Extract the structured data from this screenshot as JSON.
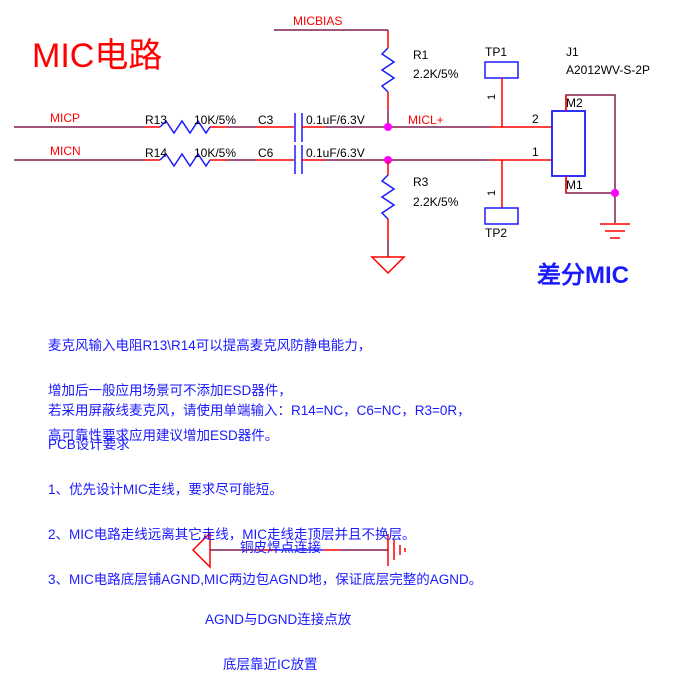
{
  "title": "MIC电路",
  "subtitle": "差分MIC",
  "colors": {
    "title": "#ff0000",
    "net_label": "#ff0000",
    "wire": "#7f1f4f",
    "pin": "#ff0000",
    "component": "#1a1aff",
    "junction": "#ff00ff",
    "text": "#000000",
    "notes": "#1a1aff"
  },
  "nets": {
    "micbias": "MICBIAS",
    "micp": "MICP",
    "micn": "MICN",
    "micl_plus": "MICL+"
  },
  "components": {
    "r13": {
      "ref": "R13",
      "value": "10K/5%"
    },
    "r14": {
      "ref": "R14",
      "value": "10K/5%"
    },
    "c3": {
      "ref": "C3",
      "value": "0.1uF/6.3V"
    },
    "c6": {
      "ref": "C6",
      "value": "0.1uF/6.3V"
    },
    "r1": {
      "ref": "R1",
      "value": "2.2K/5%"
    },
    "r3": {
      "ref": "R3",
      "value": "2.2K/5%"
    },
    "tp1": {
      "ref": "TP1",
      "pin": "1"
    },
    "tp2": {
      "ref": "TP2",
      "pin": "1"
    },
    "j1": {
      "ref": "J1",
      "value": "A2012WV-S-2P",
      "pin2": "2",
      "pin1": "1",
      "m2": "M2",
      "m1": "M1"
    }
  },
  "notes": {
    "esd": [
      "麦克风输入电阻R13\\R14可以提高麦克风防静电能力，",
      "增加后一般应用场景可不添加ESD器件，",
      "高可靠性要求应用建议增加ESD器件。"
    ],
    "shield": "若采用屏蔽线麦克风，请使用单端输入：R14=NC，C6=NC，R3=0R，",
    "pcb": [
      "PCB设计要求",
      "1、优先设计MIC走线，要求尽可能短。",
      "2、MIC电路走线远离其它走线，MIC走线走顶层并且不换层。",
      "3、MIC电路底层铺AGND,MIC两边包AGND地，保证底层完整的AGND。"
    ]
  },
  "ground_link": {
    "label": "铜皮焊点连接",
    "note": [
      "AGND与DGND连接点放",
      "底层靠近IC放置"
    ]
  }
}
